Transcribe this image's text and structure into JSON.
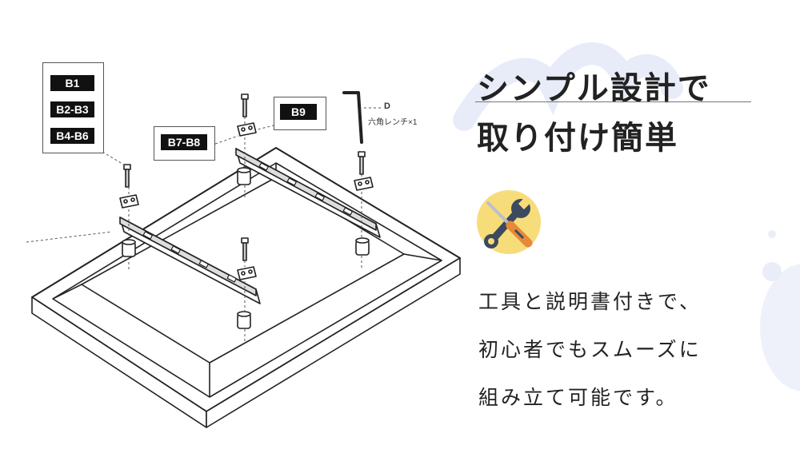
{
  "labels": {
    "group1": [
      "B1",
      "B2-B3",
      "B4-B6"
    ],
    "b7b8": "B7-B8",
    "b9": "B9"
  },
  "wrench": {
    "letter": "D",
    "caption": "六角レンチ×1"
  },
  "headline": {
    "line1": "シンプル設計で",
    "line2": "取り付け簡単"
  },
  "description": [
    "工具と説明書付きで、",
    "初心者でもスムーズに",
    "組み立て可能です。"
  ],
  "icons": {
    "tools": "screwdriver-wrench-icon"
  },
  "colors": {
    "accent_yellow": "#f7dc7a",
    "icon_dark": "#3b4a5e",
    "icon_orange": "#e8893a",
    "deco_blue": "#e7ecf8"
  }
}
